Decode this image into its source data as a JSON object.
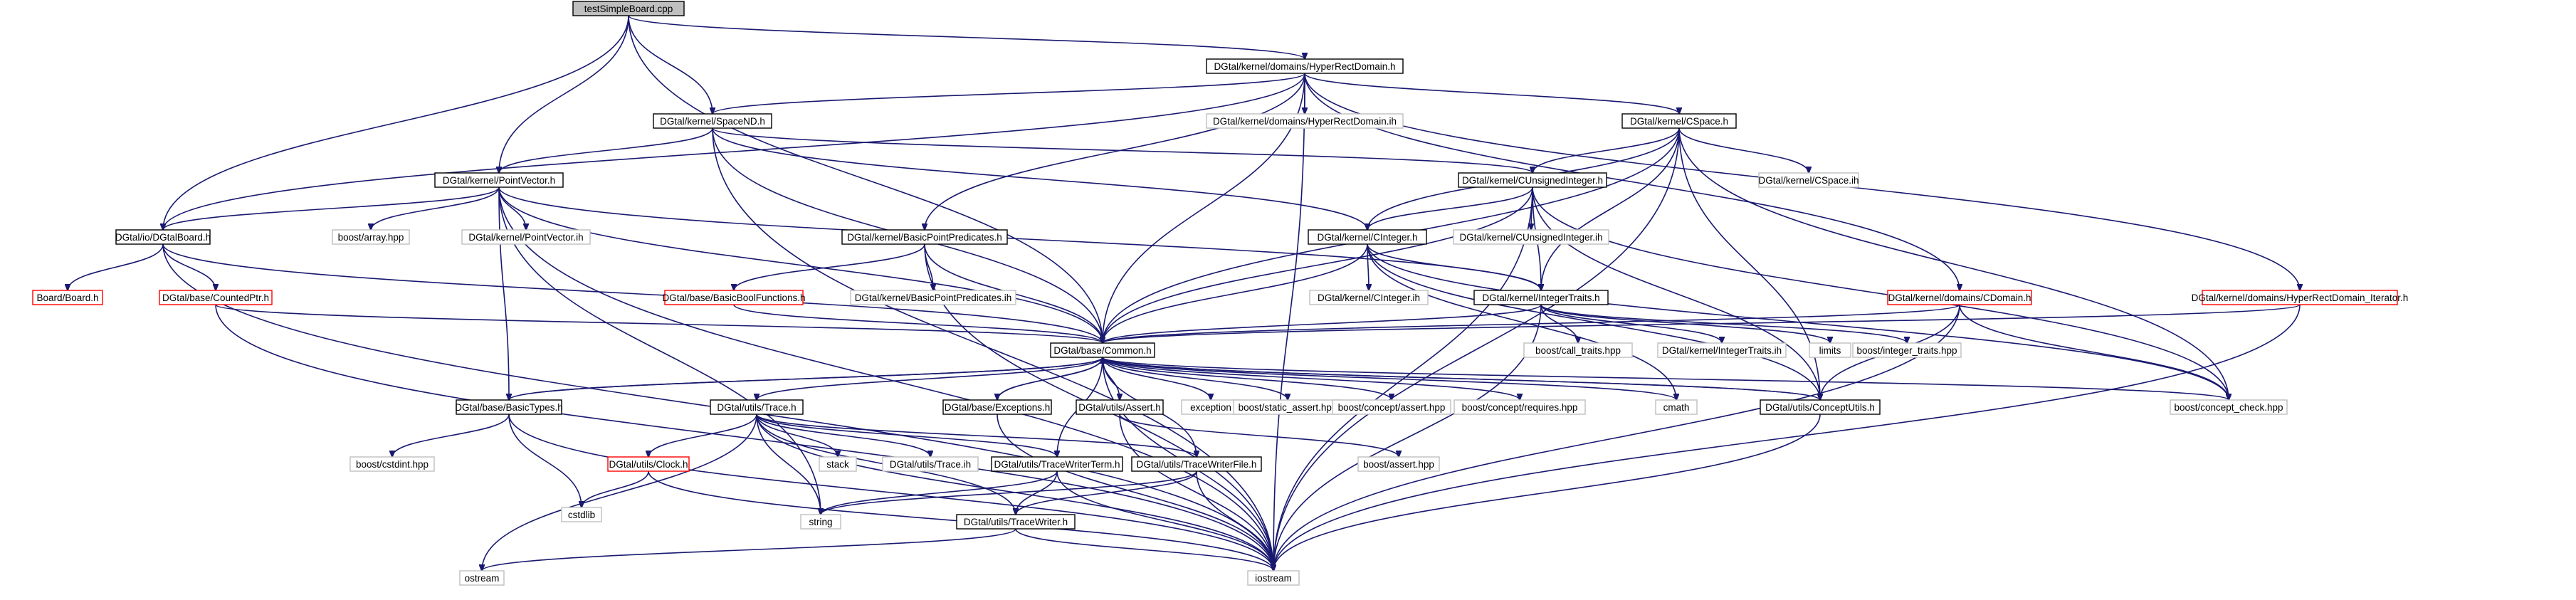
{
  "colors": {
    "edge": "#191970",
    "border_main": "#000000",
    "border_link": "#ff0000",
    "border_external": "#bfbfbf",
    "root_fill": "#bfbfbf",
    "text": "#000000"
  },
  "nodes": [
    {
      "id": "root",
      "label": "testSimpleBoard.cpp",
      "kind": "root"
    },
    {
      "id": "hrd",
      "label": "DGtal/kernel/domains/HyperRectDomain.h",
      "kind": "main"
    },
    {
      "id": "spacend",
      "label": "DGtal/kernel/SpaceND.h",
      "kind": "main"
    },
    {
      "id": "hrd_ih",
      "label": "DGtal/kernel/domains/HyperRectDomain.ih",
      "kind": "external"
    },
    {
      "id": "cspace",
      "label": "DGtal/kernel/CSpace.h",
      "kind": "main"
    },
    {
      "id": "pointvector",
      "label": "DGtal/kernel/PointVector.h",
      "kind": "main"
    },
    {
      "id": "cunsigned",
      "label": "DGtal/kernel/CUnsignedInteger.h",
      "kind": "main"
    },
    {
      "id": "cspace_ih",
      "label": "DGtal/kernel/CSpace.ih",
      "kind": "external"
    },
    {
      "id": "dgtalboard",
      "label": "DGtal/io/DGtalBoard.h",
      "kind": "main"
    },
    {
      "id": "boostarray",
      "label": "boost/array.hpp",
      "kind": "external"
    },
    {
      "id": "pv_ih",
      "label": "DGtal/kernel/PointVector.ih",
      "kind": "external"
    },
    {
      "id": "bpp",
      "label": "DGtal/kernel/BasicPointPredicates.h",
      "kind": "main"
    },
    {
      "id": "cinteger",
      "label": "DGtal/kernel/CInteger.h",
      "kind": "main"
    },
    {
      "id": "cunsigned_ih",
      "label": "DGtal/kernel/CUnsignedInteger.ih",
      "kind": "external"
    },
    {
      "id": "board",
      "label": "Board/Board.h",
      "kind": "link"
    },
    {
      "id": "countedptr",
      "label": "DGtal/base/CountedPtr.h",
      "kind": "link"
    },
    {
      "id": "bbf",
      "label": "DGtal/base/BasicBoolFunctions.h",
      "kind": "link"
    },
    {
      "id": "bpp_ih",
      "label": "DGtal/kernel/BasicPointPredicates.ih",
      "kind": "external"
    },
    {
      "id": "cinteger_ih",
      "label": "DGtal/kernel/CInteger.ih",
      "kind": "external"
    },
    {
      "id": "inttraits",
      "label": "DGtal/kernel/IntegerTraits.h",
      "kind": "main"
    },
    {
      "id": "cdomain",
      "label": "DGtal/kernel/domains/CDomain.h",
      "kind": "link"
    },
    {
      "id": "hrd_iter",
      "label": "DGtal/kernel/domains/HyperRectDomain_Iterator.h",
      "kind": "link"
    },
    {
      "id": "calltraits",
      "label": "boost/call_traits.hpp",
      "kind": "external"
    },
    {
      "id": "inttraits_ih",
      "label": "DGtal/kernel/IntegerTraits.ih",
      "kind": "external"
    },
    {
      "id": "limits",
      "label": "limits",
      "kind": "external"
    },
    {
      "id": "boost_inttraits",
      "label": "boost/integer_traits.hpp",
      "kind": "external"
    },
    {
      "id": "common",
      "label": "DGtal/base/Common.h",
      "kind": "main"
    },
    {
      "id": "basictypes",
      "label": "DGtal/base/BasicTypes.h",
      "kind": "main"
    },
    {
      "id": "trace",
      "label": "DGtal/utils/Trace.h",
      "kind": "main"
    },
    {
      "id": "stack",
      "label": "stack",
      "kind": "external"
    },
    {
      "id": "exceptions",
      "label": "DGtal/base/Exceptions.h",
      "kind": "main"
    },
    {
      "id": "assert",
      "label": "DGtal/utils/Assert.h",
      "kind": "main"
    },
    {
      "id": "exception",
      "label": "exception",
      "kind": "external"
    },
    {
      "id": "static_assert",
      "label": "boost/static_assert.hpp",
      "kind": "external"
    },
    {
      "id": "concept_assert",
      "label": "boost/concept/assert.hpp",
      "kind": "external"
    },
    {
      "id": "concept_requires",
      "label": "boost/concept/requires.hpp",
      "kind": "external"
    },
    {
      "id": "cmath",
      "label": "cmath",
      "kind": "external"
    },
    {
      "id": "conceptutils",
      "label": "DGtal/utils/ConceptUtils.h",
      "kind": "main"
    },
    {
      "id": "concept_check",
      "label": "boost/concept_check.hpp",
      "kind": "external"
    },
    {
      "id": "cstdint",
      "label": "boost/cstdint.hpp",
      "kind": "external"
    },
    {
      "id": "clock",
      "label": "DGtal/utils/Clock.h",
      "kind": "link"
    },
    {
      "id": "trace_ih",
      "label": "DGtal/utils/Trace.ih",
      "kind": "external"
    },
    {
      "id": "twterm",
      "label": "DGtal/utils/TraceWriterTerm.h",
      "kind": "main"
    },
    {
      "id": "twfile",
      "label": "DGtal/utils/TraceWriterFile.h",
      "kind": "main"
    },
    {
      "id": "boost_assert",
      "label": "boost/assert.hpp",
      "kind": "external"
    },
    {
      "id": "cstdlib",
      "label": "cstdlib",
      "kind": "external"
    },
    {
      "id": "string",
      "label": "string",
      "kind": "external"
    },
    {
      "id": "tracewriter",
      "label": "DGtal/utils/TraceWriter.h",
      "kind": "main"
    },
    {
      "id": "ostream",
      "label": "ostream",
      "kind": "external"
    },
    {
      "id": "iostream",
      "label": "iostream",
      "kind": "external"
    }
  ],
  "edges": [
    [
      "root",
      "hrd"
    ],
    [
      "root",
      "spacend"
    ],
    [
      "root",
      "pointvector"
    ],
    [
      "root",
      "dgtalboard"
    ],
    [
      "root",
      "common"
    ],
    [
      "hrd",
      "spacend"
    ],
    [
      "hrd",
      "hrd_ih"
    ],
    [
      "hrd",
      "cspace"
    ],
    [
      "hrd",
      "bpp"
    ],
    [
      "hrd",
      "cdomain"
    ],
    [
      "hrd",
      "hrd_iter"
    ],
    [
      "hrd",
      "common"
    ],
    [
      "hrd",
      "iostream"
    ],
    [
      "hrd",
      "dgtalboard"
    ],
    [
      "spacend",
      "pointvector"
    ],
    [
      "spacend",
      "cunsigned"
    ],
    [
      "spacend",
      "cinteger"
    ],
    [
      "spacend",
      "common"
    ],
    [
      "spacend",
      "iostream"
    ],
    [
      "cspace",
      "cunsigned"
    ],
    [
      "cspace",
      "cspace_ih"
    ],
    [
      "cspace",
      "cinteger"
    ],
    [
      "cspace",
      "inttraits"
    ],
    [
      "cspace",
      "common"
    ],
    [
      "cspace",
      "conceptutils"
    ],
    [
      "cspace",
      "concept_check"
    ],
    [
      "cspace",
      "iostream"
    ],
    [
      "pointvector",
      "dgtalboard"
    ],
    [
      "pointvector",
      "boostarray"
    ],
    [
      "pointvector",
      "pv_ih"
    ],
    [
      "pointvector",
      "basictypes"
    ],
    [
      "pointvector",
      "common"
    ],
    [
      "pointvector",
      "inttraits"
    ],
    [
      "pointvector",
      "string"
    ],
    [
      "pointvector",
      "iostream"
    ],
    [
      "cunsigned",
      "cunsigned_ih"
    ],
    [
      "cunsigned",
      "cinteger"
    ],
    [
      "cunsigned",
      "inttraits"
    ],
    [
      "cunsigned",
      "common"
    ],
    [
      "cunsigned",
      "conceptutils"
    ],
    [
      "cunsigned",
      "concept_check"
    ],
    [
      "cunsigned",
      "iostream"
    ],
    [
      "dgtalboard",
      "board"
    ],
    [
      "dgtalboard",
      "countedptr"
    ],
    [
      "dgtalboard",
      "common"
    ],
    [
      "dgtalboard",
      "iostream"
    ],
    [
      "bpp",
      "bpp_ih"
    ],
    [
      "bpp",
      "bbf"
    ],
    [
      "bpp",
      "common"
    ],
    [
      "bpp",
      "iostream"
    ],
    [
      "cinteger",
      "cinteger_ih"
    ],
    [
      "cinteger",
      "inttraits"
    ],
    [
      "cinteger",
      "common"
    ],
    [
      "cinteger",
      "conceptutils"
    ],
    [
      "cinteger",
      "cmath"
    ],
    [
      "cinteger",
      "concept_check"
    ],
    [
      "countedptr",
      "common"
    ],
    [
      "countedptr",
      "iostream"
    ],
    [
      "bbf",
      "common"
    ],
    [
      "inttraits",
      "calltraits"
    ],
    [
      "inttraits",
      "inttraits_ih"
    ],
    [
      "inttraits",
      "limits"
    ],
    [
      "inttraits",
      "boost_inttraits"
    ],
    [
      "inttraits",
      "common"
    ],
    [
      "inttraits",
      "iostream"
    ],
    [
      "cdomain",
      "common"
    ],
    [
      "cdomain",
      "conceptutils"
    ],
    [
      "cdomain",
      "concept_check"
    ],
    [
      "cdomain",
      "iostream"
    ],
    [
      "hrd_iter",
      "common"
    ],
    [
      "hrd_iter",
      "iostream"
    ],
    [
      "common",
      "basictypes"
    ],
    [
      "common",
      "trace"
    ],
    [
      "common",
      "exceptions"
    ],
    [
      "common",
      "assert"
    ],
    [
      "common",
      "exception"
    ],
    [
      "common",
      "static_assert"
    ],
    [
      "common",
      "concept_assert"
    ],
    [
      "common",
      "concept_requires"
    ],
    [
      "common",
      "cmath"
    ],
    [
      "common",
      "conceptutils"
    ],
    [
      "common",
      "concept_check"
    ],
    [
      "common",
      "iostream"
    ],
    [
      "common",
      "twterm"
    ],
    [
      "common",
      "twfile"
    ],
    [
      "basictypes",
      "common"
    ],
    [
      "basictypes",
      "cstdint"
    ],
    [
      "basictypes",
      "cstdlib"
    ],
    [
      "basictypes",
      "iostream"
    ],
    [
      "trace",
      "clock"
    ],
    [
      "trace",
      "stack"
    ],
    [
      "trace",
      "trace_ih"
    ],
    [
      "trace",
      "twterm"
    ],
    [
      "trace",
      "twfile"
    ],
    [
      "trace",
      "tracewriter"
    ],
    [
      "trace",
      "string"
    ],
    [
      "trace",
      "ostream"
    ],
    [
      "trace",
      "iostream"
    ],
    [
      "exceptions",
      "common"
    ],
    [
      "exceptions",
      "iostream"
    ],
    [
      "assert",
      "boost_assert"
    ],
    [
      "assert",
      "iostream"
    ],
    [
      "conceptutils",
      "common"
    ],
    [
      "conceptutils",
      "iostream"
    ],
    [
      "clock",
      "cstdlib"
    ],
    [
      "clock",
      "iostream"
    ],
    [
      "twterm",
      "tracewriter"
    ],
    [
      "twterm",
      "string"
    ],
    [
      "twterm",
      "iostream"
    ],
    [
      "twfile",
      "tracewriter"
    ],
    [
      "twfile",
      "string"
    ],
    [
      "twfile",
      "iostream"
    ],
    [
      "tracewriter",
      "ostream"
    ],
    [
      "tracewriter",
      "iostream"
    ]
  ]
}
